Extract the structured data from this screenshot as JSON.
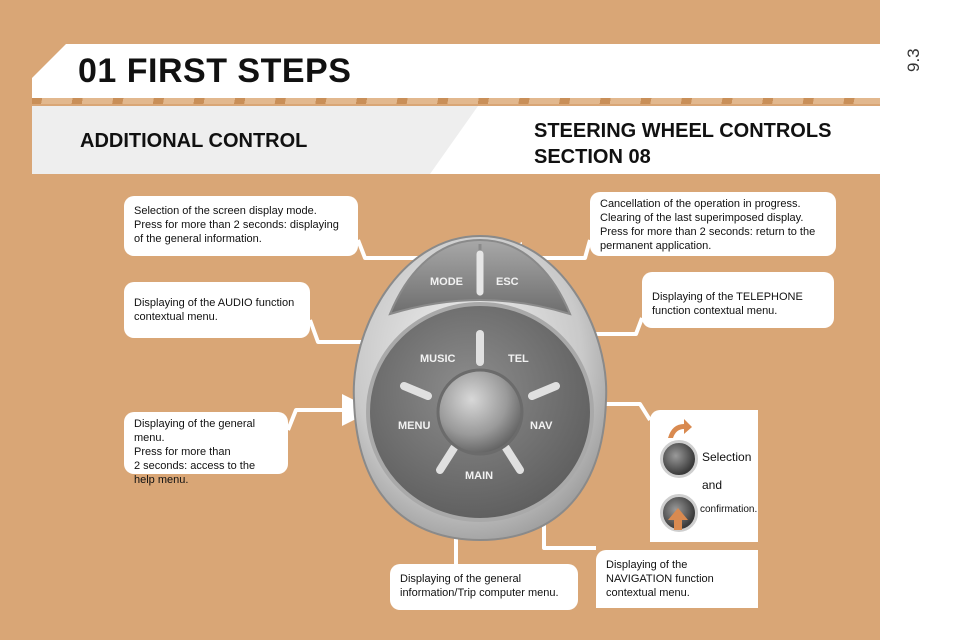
{
  "page_number": "9.3",
  "title": "01 FIRST STEPS",
  "section_left": "ADDITIONAL CONTROL",
  "section_right": [
    "STEERING WHEEL CONTROLS",
    "SECTION 08"
  ],
  "control_buttons": {
    "mode": "MODE",
    "esc": "ESC",
    "music": "MUSIC",
    "tel": "TEL",
    "menu": "MENU",
    "nav": "NAV",
    "main": "MAIN"
  },
  "notes": {
    "mode": [
      "Selection of the screen display mode.",
      "Press for more than 2 seconds: displaying",
      "of the general information."
    ],
    "esc": [
      "Cancellation of the operation in progress.",
      "Clearing of the last superimposed display.",
      "Press for more than 2 seconds: return to the",
      "permanent application."
    ],
    "music": [
      "Displaying of the AUDIO function",
      "contextual menu."
    ],
    "tel": [
      "Displaying of the TELEPHONE",
      "function contextual menu."
    ],
    "menu": [
      "Displaying of the general menu.",
      "Press for more than",
      "2 seconds: access to the",
      "help menu."
    ],
    "main": [
      "Displaying of the general",
      "information/Trip computer menu."
    ],
    "nav": [
      "Displaying of the",
      "NAVIGATION function",
      "contextual menu."
    ]
  },
  "knob_legend": {
    "selection": "Selection",
    "and": "and",
    "confirmation": "confirmation."
  },
  "colors": {
    "background": "#d9a676",
    "arrow_accent": "#d98a50",
    "panel": "#ffffff"
  }
}
